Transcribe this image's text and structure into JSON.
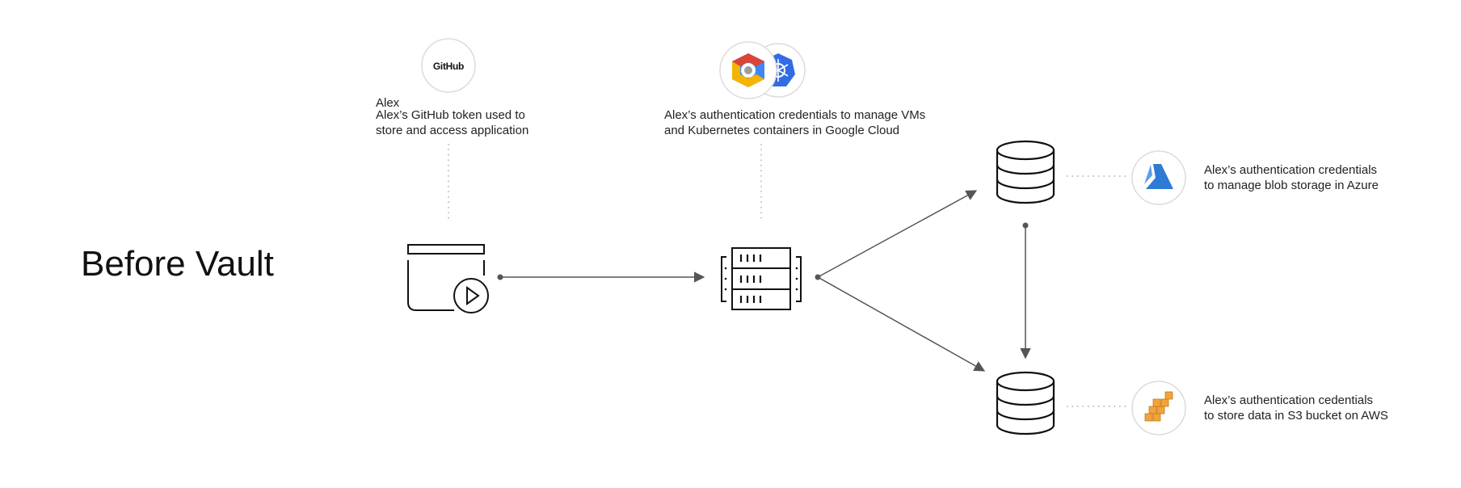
{
  "title": "Before Vault",
  "github": {
    "logo_text": "GitHub",
    "user": "Alex",
    "desc_line1": "Alex’s GitHub token used to",
    "desc_line2": "store and access application"
  },
  "gcp": {
    "desc_line1": "Alex’s authentication credentials to manage VMs",
    "desc_line2": "and Kubernetes containers in Google Cloud"
  },
  "azure": {
    "desc_line1": "Alex’s authentication credentials",
    "desc_line2": "to manage blob storage in Azure",
    "color": "#2d7bd4"
  },
  "aws": {
    "desc_line1": "Alex’s authentication cedentials",
    "desc_line2": "to store data in S3 bucket on AWS",
    "color": "#f2a33a"
  },
  "icons": {
    "app": "application-play-icon",
    "server": "server-rack-icon",
    "db_top": "database-icon",
    "db_bottom": "database-icon",
    "github": "github-logo-icon",
    "gcp": "google-cloud-icon",
    "kubernetes": "kubernetes-icon",
    "azure": "azure-logo-icon",
    "aws": "aws-logo-icon"
  }
}
